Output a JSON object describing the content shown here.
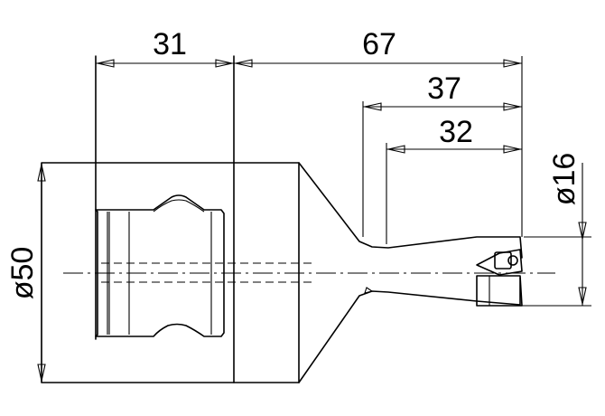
{
  "dimensions": {
    "d31": "31",
    "d67": "67",
    "d37": "37",
    "d32": "32",
    "dia16": "ø16",
    "dia50": "ø50"
  }
}
